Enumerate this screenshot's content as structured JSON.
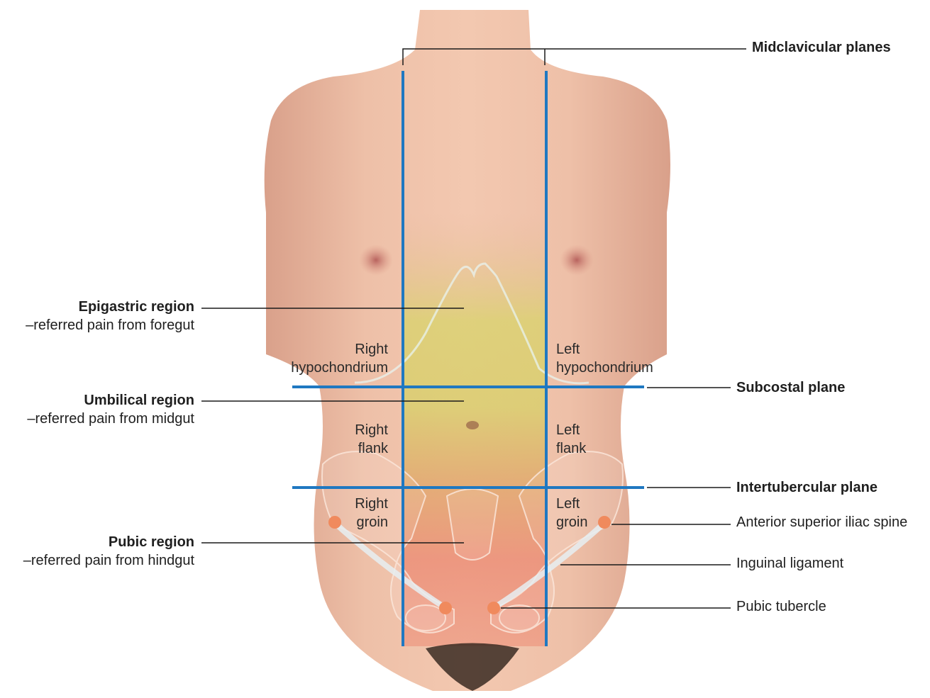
{
  "planes": {
    "midclavicular": "Midclavicular planes",
    "subcostal": "Subcostal plane",
    "intertubercular": "Intertubercular plane"
  },
  "regions": {
    "epigastric": {
      "name": "Epigastric region",
      "note": "–referred pain from foregut"
    },
    "umbilical": {
      "name": "Umbilical region",
      "note": "–referred pain from midgut"
    },
    "pubic": {
      "name": "Pubic region",
      "note": "–referred pain from hindgut"
    }
  },
  "zones": {
    "right_hypochondrium": [
      "Right",
      "hypochondrium"
    ],
    "left_hypochondrium": [
      "Left",
      "hypochondrium"
    ],
    "right_flank": [
      "Right",
      "flank"
    ],
    "left_flank": [
      "Left",
      "flank"
    ],
    "right_groin": [
      "Right",
      "groin"
    ],
    "left_groin": [
      "Left",
      "groin"
    ]
  },
  "landmarks": {
    "asis": "Anterior superior iliac spine",
    "inguinal": "Inguinal ligament",
    "pubic_tubercle": "Pubic tubercle"
  },
  "colors": {
    "plane_line": "#1f78c1",
    "landmark_dot": "#f08a5d",
    "skin": "#e8b49a",
    "foregut": "#d8d36a",
    "midgut": "#e2a56a",
    "hindgut": "#ec8f78"
  }
}
